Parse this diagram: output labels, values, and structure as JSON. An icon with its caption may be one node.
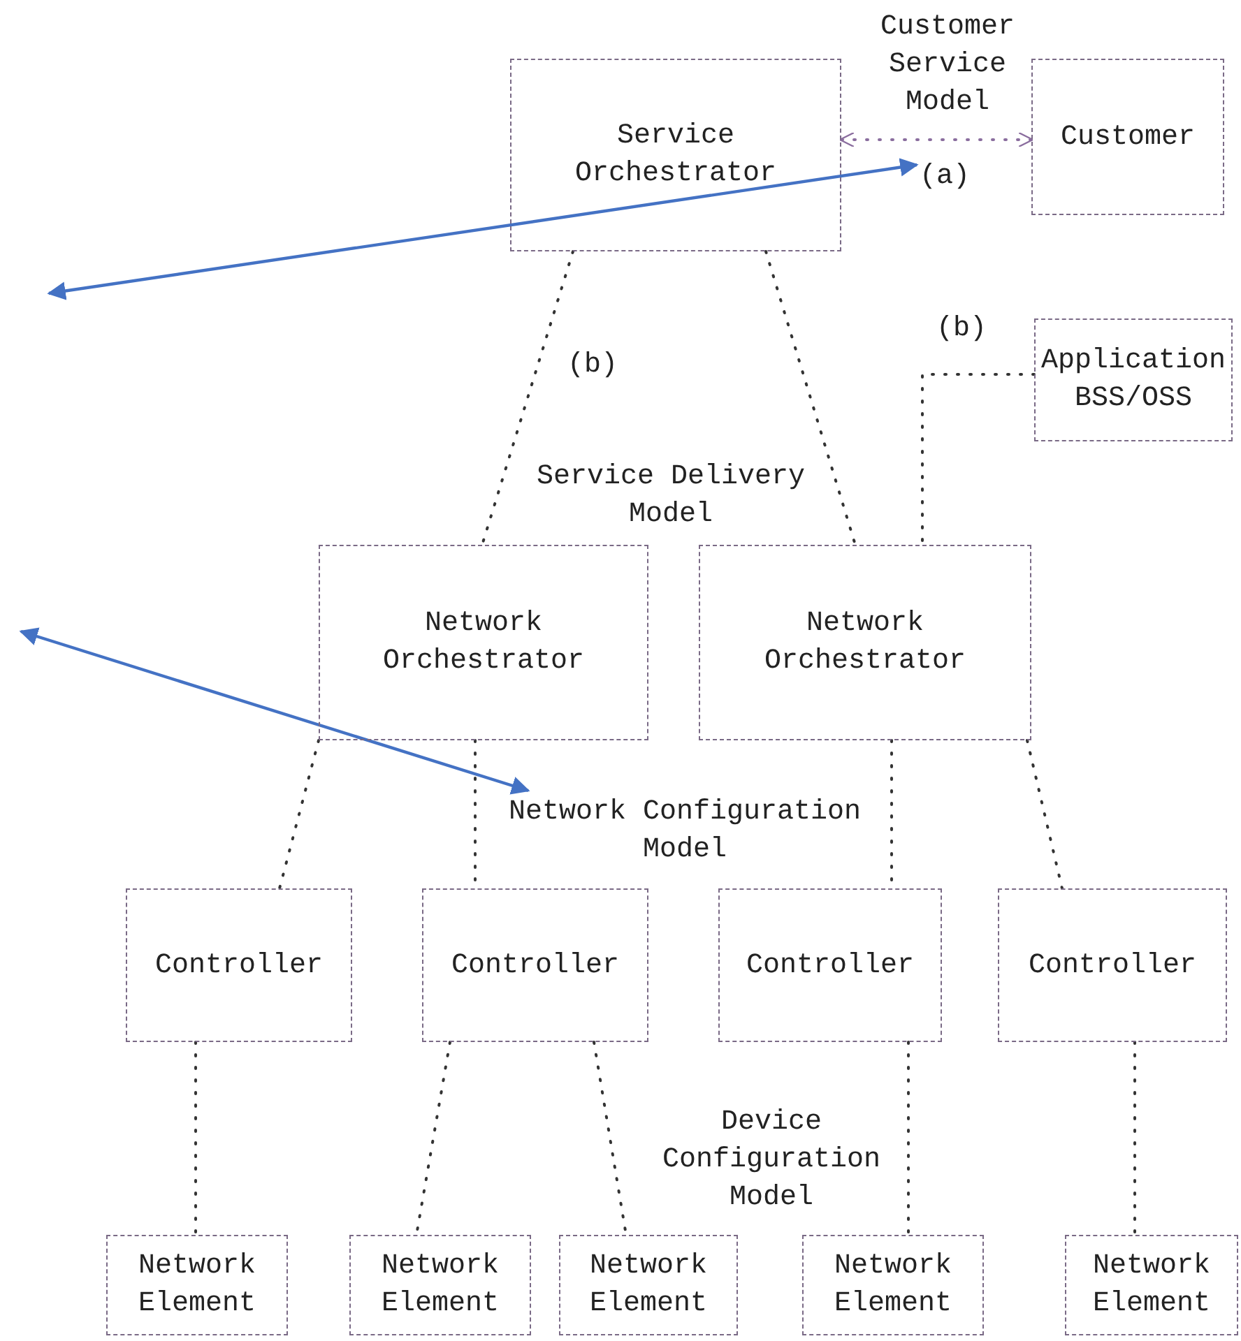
{
  "diagram": {
    "nodes": [
      {
        "text": [
          "Service Orchestrator"
        ]
      },
      {
        "text": [
          "Customer"
        ]
      },
      {
        "text": [
          "Application BSS/OSS"
        ]
      },
      {
        "text": [
          "Network Orchestrator"
        ]
      },
      {
        "text": [
          "Network Orchestrator"
        ]
      },
      {
        "text": [
          "Controller"
        ]
      },
      {
        "text": [
          "Controller"
        ]
      },
      {
        "text": [
          "Controller"
        ]
      },
      {
        "text": [
          "Controller"
        ]
      },
      {
        "text": [
          "Network Element"
        ]
      },
      {
        "text": [
          "Network Element"
        ]
      },
      {
        "text": [
          "Network Element"
        ]
      },
      {
        "text": [
          "Network Element"
        ]
      },
      {
        "text": [
          "Network Element"
        ]
      },
      {
        "text": [
          "(a)"
        ]
      },
      {
        "text": [
          "Network Configuration Model"
        ]
      }
    ],
    "edges": [
      {
        "from": 0,
        "to": 1,
        "arrow": "both",
        "label": "Customer Service Model",
        "style": "dashed",
        "color": "#8a6d9e"
      },
      {
        "from": 0,
        "to": 3,
        "arrow": "none",
        "style": "dashed"
      },
      {
        "from": 0,
        "to": 4,
        "arrow": "none",
        "style": "dashed"
      },
      {
        "from": 2,
        "to": 4,
        "arrow": "none",
        "label": "(b)",
        "style": "dashed"
      },
      {
        "from": 3,
        "to": 5,
        "arrow": "none",
        "style": "dashed"
      },
      {
        "from": 3,
        "to": 6,
        "arrow": "none",
        "style": "dashed"
      },
      {
        "from": 4,
        "to": 7,
        "arrow": "none",
        "style": "dashed"
      },
      {
        "from": 4,
        "to": 8,
        "arrow": "none",
        "style": "dashed"
      },
      {
        "from": 5,
        "to": 9,
        "arrow": "none",
        "style": "dashed"
      },
      {
        "from": 6,
        "to": 10,
        "arrow": "none",
        "style": "dashed"
      },
      {
        "from": 6,
        "to": 11,
        "arrow": "none",
        "style": "dashed"
      },
      {
        "from": 7,
        "to": 12,
        "arrow": "none",
        "style": "dashed"
      },
      {
        "from": 8,
        "to": 13,
        "arrow": "none",
        "style": "dashed"
      },
      {
        "from": null,
        "to": 14,
        "arrow": "both",
        "color": "#4472c4"
      },
      {
        "from": null,
        "to": 15,
        "arrow": "both",
        "color": "#4472c4"
      }
    ],
    "labels": [
      "(b)",
      "Service Delivery Model",
      "Device Configuration Model"
    ]
  }
}
